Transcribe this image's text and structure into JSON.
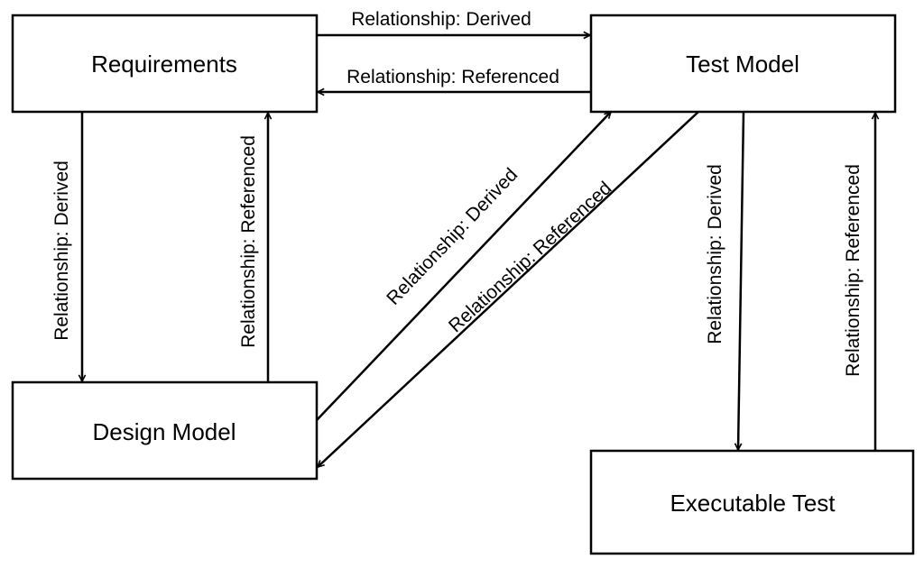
{
  "nodes": {
    "requirements": {
      "label": "Requirements"
    },
    "test_model": {
      "label": "Test Model"
    },
    "design_model": {
      "label": "Design Model"
    },
    "executable_test": {
      "label": "Executable Test"
    }
  },
  "edges": {
    "req_to_test_derived": {
      "label": "Relationship: Derived"
    },
    "test_to_req_referenced": {
      "label": "Relationship: Referenced"
    },
    "req_to_design_derived": {
      "label": "Relationship: Derived"
    },
    "design_to_req_referenced": {
      "label": "Relationship: Referenced"
    },
    "design_to_test_derived": {
      "label": "Relationship: Derived"
    },
    "test_to_design_referenced": {
      "label": "Relationship: Referenced"
    },
    "test_to_exec_derived": {
      "label": "Relationship: Derived"
    },
    "exec_to_test_referenced": {
      "label": "Relationship: Referenced"
    }
  },
  "colors": {
    "stroke": "#000000",
    "fill": "#ffffff"
  }
}
